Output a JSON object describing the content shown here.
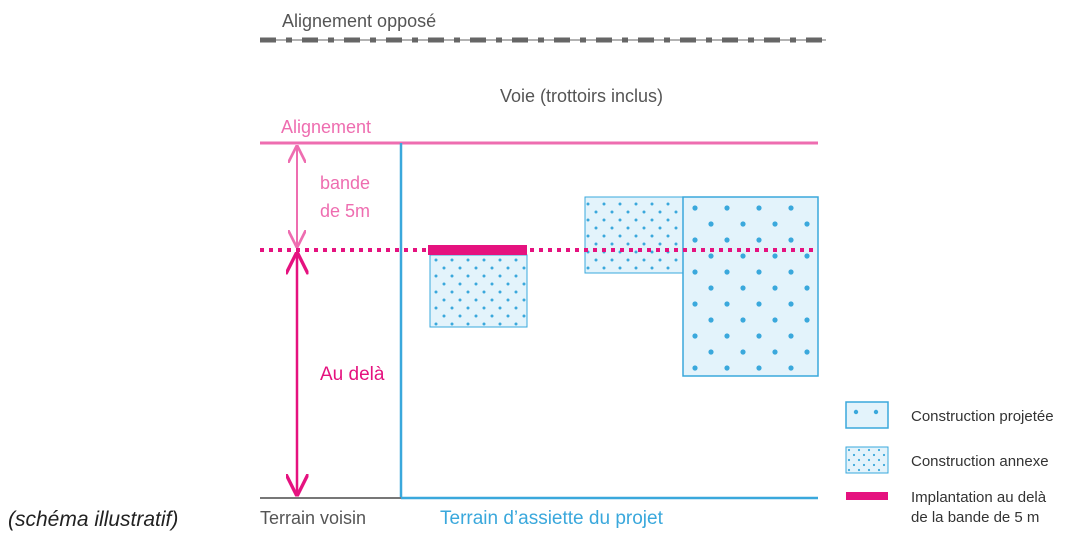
{
  "labels": {
    "alignement_oppose": "Alignement opposé",
    "voie": "Voie (trottoirs inclus)",
    "alignement": "Alignement",
    "bande_line1": "bande",
    "bande_line2": "de 5m",
    "au_dela": "Au delà",
    "terrain_voisin": "Terrain voisin",
    "terrain_assiette": "Terrain d’assiette du projet",
    "schema_note": "(schéma illustratif)"
  },
  "legend": [
    {
      "label": "Construction projetée"
    },
    {
      "label": "Construction annexe"
    },
    {
      "label_line1": "Implantation au delà",
      "label_line2": "de la bande de 5 m"
    }
  ],
  "colors": {
    "pink": "#ee6db0",
    "magenta": "#e5127f",
    "blue": "#3aa8dc",
    "fill_light": "#e3f3fb",
    "gray": "#7a7a7a",
    "dark_gray": "#555555"
  }
}
